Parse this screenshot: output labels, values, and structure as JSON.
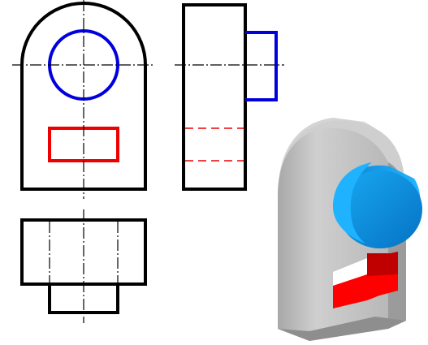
{
  "colors": {
    "outline": "#000000",
    "circle_feature": "#0000dd",
    "slot_feature": "#ee0000",
    "body_light": "#d8d8d8",
    "body_mid": "#b4b4b4",
    "body_dark": "#8a8a8a",
    "boss_front": "#0a86d8",
    "boss_side": "#0aa0ee",
    "slot_inner": "#ff0000",
    "slot_inner_dark": "#b00000"
  },
  "views": {
    "front": "front-view",
    "side": "side-view",
    "top": "top-view",
    "iso": "isometric-view"
  }
}
